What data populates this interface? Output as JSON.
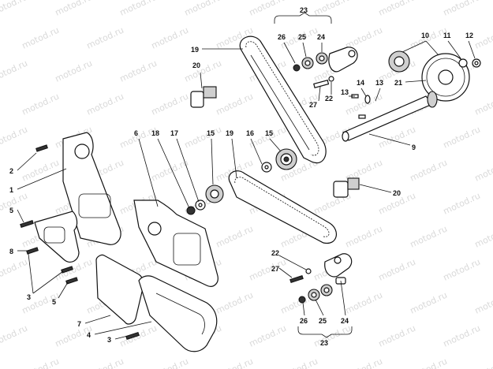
{
  "watermark": "motod.ru",
  "callouts": {
    "c1": "1",
    "c2": "2",
    "c3a": "3",
    "c3b": "3",
    "c4": "4",
    "c5a": "5",
    "c5b": "5",
    "c6": "6",
    "c7": "7",
    "c8": "8",
    "c9": "9",
    "c10": "10",
    "c11": "11",
    "c12": "12",
    "c13a": "13",
    "c13b": "13",
    "c14": "14",
    "c15a": "15",
    "c15b": "15",
    "c16": "16",
    "c17": "17",
    "c18": "18",
    "c19a": "19",
    "c19b": "19",
    "c20a": "20",
    "c20b": "20",
    "c21": "21",
    "c22a": "22",
    "c22b": "22",
    "c23a": "23",
    "c23b": "23",
    "c24a": "24",
    "c24b": "24",
    "c25a": "25",
    "c25b": "25",
    "c26a": "26",
    "c26b": "26",
    "c27a": "27",
    "c27b": "27"
  }
}
